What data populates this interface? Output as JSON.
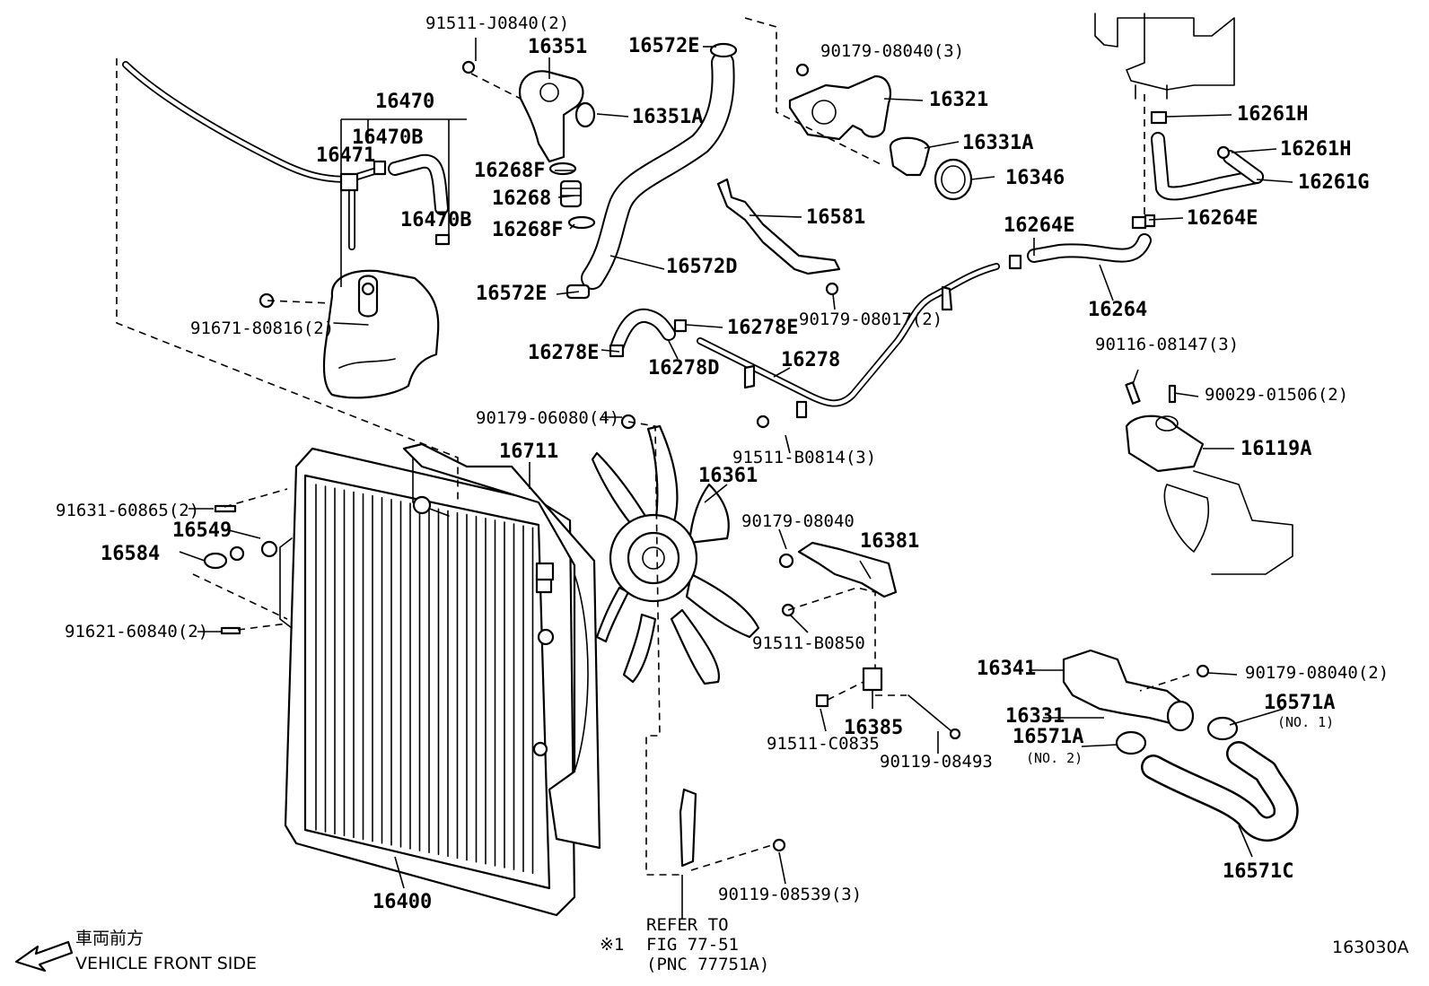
{
  "labels": {
    "p91511_J0840": "91511-J0840(2)",
    "p16351": "16351",
    "p16572E_top": "16572E",
    "p90179_08040_3": "90179-08040(3)",
    "p16321": "16321",
    "p16261H_a": "16261H",
    "p16261H_b": "16261H",
    "p16261G": "16261G",
    "p16264E_a": "16264E",
    "p16264E_b": "16264E",
    "p16264": "16264",
    "p16470": "16470",
    "p16470B_a": "16470B",
    "p16470B_b": "16470B",
    "p16471": "16471",
    "p16351A": "16351A",
    "p16331A": "16331A",
    "p16346": "16346",
    "p16268F_a": "16268F",
    "p16268": "16268",
    "p16268F_b": "16268F",
    "p16581": "16581",
    "p16572D": "16572D",
    "p16572E_bottom": "16572E",
    "p90179_08017": "90179-08017(2)",
    "p91671_80816": "91671-80816(2)",
    "p16278E_a": "16278E",
    "p16278E_b": "16278E",
    "p16278D": "16278D",
    "p16278": "16278",
    "p90116_08147": "90116-08147(3)",
    "p90029_01506": "90029-01506(2)",
    "p16119A": "16119A",
    "p90179_06080": "90179-06080(4)",
    "p91511_B0814": "91511-B0814(3)",
    "p16711": "16711",
    "p16361": "16361",
    "p91631_60865": "91631-60865(2)",
    "p16549": "16549",
    "p16584": "16584",
    "p90179_08040": "90179-08040",
    "p16381": "16381",
    "p91621_60840": "91621-60840(2)",
    "p91511_B0850": "91511-B0850",
    "p16341": "16341",
    "p90179_08040_2": "90179-08040(2)",
    "p16331": "16331",
    "p16571A_1": "16571A",
    "p16571A_1_note": "(NO. 1)",
    "p16571A_2": "16571A",
    "p16571A_2_note": "(NO. 2)",
    "p16385": "16385",
    "p91511_C0835": "91511-C0835",
    "p90119_08493": "90119-08493",
    "p16571C": "16571C",
    "p90119_08539": "90119-08539(3)",
    "p16400": "16400"
  },
  "refer": {
    "line1": "REFER TO",
    "line2": "FIG 77-51",
    "line3": "(PNC 77751A)",
    "mark": "※1"
  },
  "footer": {
    "jp": "車両前方",
    "en": "VEHICLE FRONT SIDE",
    "code": "163030A"
  }
}
